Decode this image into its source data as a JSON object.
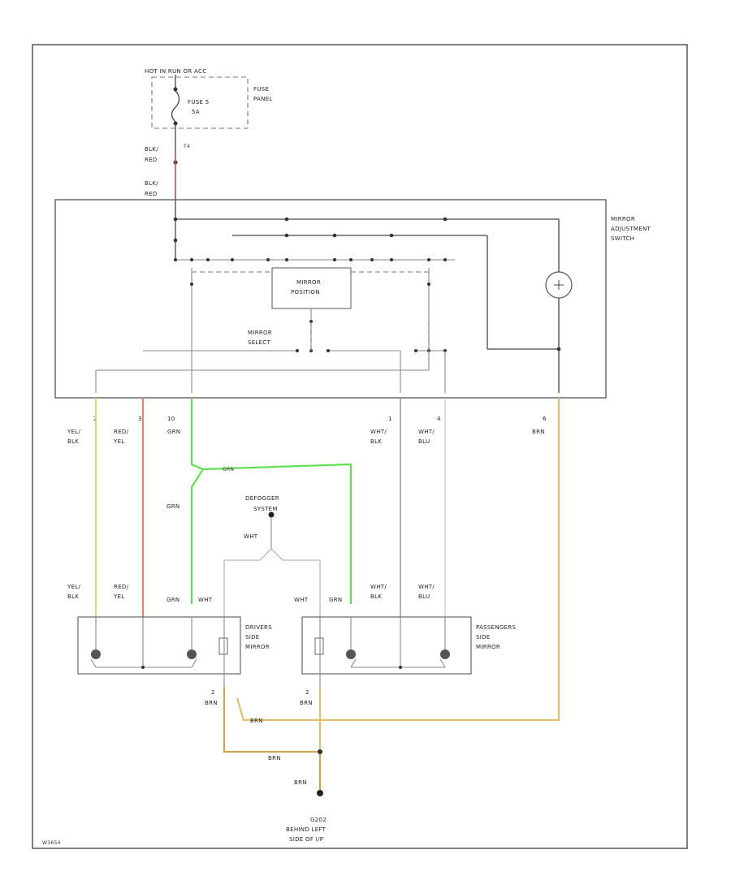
{
  "fuse_panel": {
    "hot_label": "HOT IN RUN OR ACC",
    "fuse_name": "FUSE 5",
    "fuse_rating": "5A",
    "panel_label_1": "FUSE",
    "panel_label_2": "PANEL",
    "pin": "T4"
  },
  "supply_wire": {
    "color_1a": "BLK/",
    "color_1b": "RED",
    "color_2a": "BLK/",
    "color_2b": "RED"
  },
  "switch": {
    "label_1": "MIRROR",
    "label_2": "ADJUSTMENT",
    "label_3": "SWITCH",
    "position_label_1": "MIRROR",
    "position_label_2": "POSITION",
    "select_label_1": "MIRROR",
    "select_label_2": "SELECT"
  },
  "connector_pins": [
    {
      "pin": "2",
      "c1": "YEL/",
      "c2": "BLK",
      "color": "#d8dc6a"
    },
    {
      "pin": "3",
      "c1": "RED/",
      "c2": "YEL",
      "color": "#f08060"
    },
    {
      "pin": "10",
      "c1": "GRN",
      "c2": "",
      "color": "#60e050"
    },
    {
      "pin": "1",
      "c1": "WHT/",
      "c2": "BLK",
      "color": "#888888"
    },
    {
      "pin": "4",
      "c1": "WHT/",
      "c2": "BLU",
      "color": "#cccccc"
    },
    {
      "pin": "6",
      "c1": "BRN",
      "c2": "",
      "color": "#e0c070"
    }
  ],
  "defogger": {
    "label_1": "DEFOGGER",
    "label_2": "SYSTEM",
    "wire": "WHT"
  },
  "drivers_mirror": {
    "label_1": "DRIVERS",
    "label_2": "SIDE",
    "label_3": "MIRROR",
    "pin_yel": "YEL/",
    "pin_yel2": "BLK",
    "pin_red": "RED/",
    "pin_red2": "YEL",
    "pin_grn": "GRN",
    "pin_wht": "WHT",
    "gnd_pin": "2",
    "gnd_wire": "BRN"
  },
  "passengers_mirror": {
    "label_1": "PASSENGERS",
    "label_2": "SIDE",
    "label_3": "MIRROR",
    "pin_wht": "WHT",
    "pin_grn": "GRN",
    "pin_wb": "WHT/",
    "pin_wb2": "BLK",
    "pin_wu": "WHT/",
    "pin_wu2": "BLU",
    "gnd_pin": "2",
    "gnd_wire": "BRN"
  },
  "wires": {
    "grn_splice": "GRN",
    "grn_drop": "GRN",
    "brn_1": "BRN",
    "brn_2": "BRN",
    "brn_3": "BRN"
  },
  "ground": {
    "name": "G202",
    "loc_1": "BEHIND LEFT",
    "loc_2": "SIDE OF I/P"
  },
  "figure_id": "W3654"
}
